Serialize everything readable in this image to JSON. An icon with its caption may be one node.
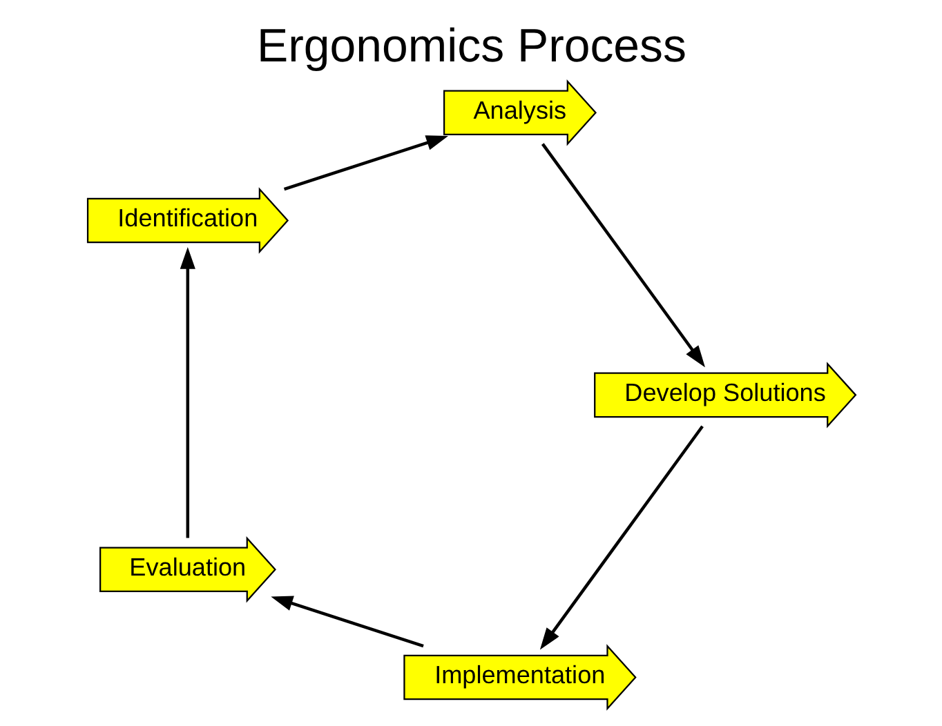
{
  "diagram": {
    "title": "Ergonomics Process",
    "nodes": [
      {
        "text": [
          "Implementation"
        ]
      },
      {
        "text": [
          "Develop Solutions"
        ]
      },
      {
        "text": [
          "Evaluation"
        ]
      },
      {
        "text": [
          "Analysis"
        ]
      },
      {
        "text": [
          "Identification"
        ]
      }
    ],
    "edges": [
      {
        "from": 4,
        "to": 3,
        "arrow": "to"
      },
      {
        "from": 3,
        "to": 1,
        "arrow": "to"
      },
      {
        "from": 1,
        "to": 0,
        "arrow": "to"
      },
      {
        "from": 0,
        "to": 2,
        "arrow": "to"
      },
      {
        "from": 2,
        "to": 4,
        "arrow": "to"
      }
    ]
  }
}
